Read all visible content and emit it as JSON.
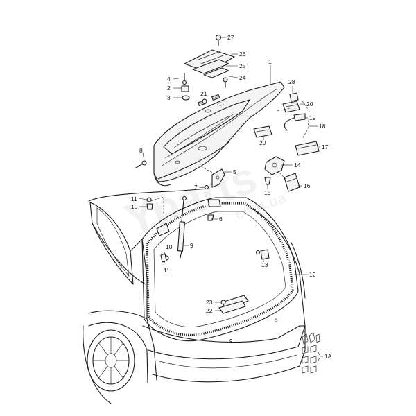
{
  "watermark": {
    "main": "Yparts",
    "sub": "com.ua"
  },
  "callouts": [
    {
      "id": "c27",
      "label": "27"
    },
    {
      "id": "c26",
      "label": "26"
    },
    {
      "id": "c25",
      "label": "25"
    },
    {
      "id": "c24",
      "label": "24"
    },
    {
      "id": "c1",
      "label": "1"
    },
    {
      "id": "c4",
      "label": "4"
    },
    {
      "id": "c2",
      "label": "2"
    },
    {
      "id": "c21",
      "label": "21"
    },
    {
      "id": "c3",
      "label": "3"
    },
    {
      "id": "c28",
      "label": "28"
    },
    {
      "id": "c20a",
      "label": "20"
    },
    {
      "id": "c19",
      "label": "19"
    },
    {
      "id": "c18",
      "label": "18"
    },
    {
      "id": "c20b",
      "label": "20"
    },
    {
      "id": "c17",
      "label": "17"
    },
    {
      "id": "c8",
      "label": "8"
    },
    {
      "id": "c14",
      "label": "14"
    },
    {
      "id": "c5",
      "label": "5"
    },
    {
      "id": "c15",
      "label": "15"
    },
    {
      "id": "c16",
      "label": "16"
    },
    {
      "id": "c7",
      "label": "7"
    },
    {
      "id": "c11a",
      "label": "11"
    },
    {
      "id": "c10a",
      "label": "10"
    },
    {
      "id": "c6",
      "label": "6"
    },
    {
      "id": "c9",
      "label": "9"
    },
    {
      "id": "c10b",
      "label": "10"
    },
    {
      "id": "c11b",
      "label": "11"
    },
    {
      "id": "c13",
      "label": "13"
    },
    {
      "id": "c12",
      "label": "12"
    },
    {
      "id": "c23",
      "label": "23"
    },
    {
      "id": "c22",
      "label": "22"
    },
    {
      "id": "c1a",
      "label": "1A"
    }
  ]
}
